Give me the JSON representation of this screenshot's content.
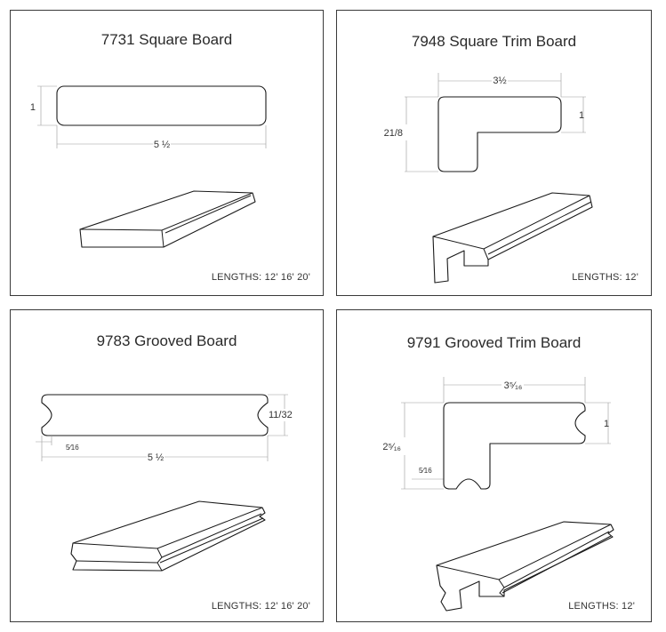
{
  "boards": [
    {
      "title": "7731 Square Board",
      "lengths": "LENGTHS: 12' 16' 20'",
      "dims": {
        "height": "1",
        "width": "5 ½"
      }
    },
    {
      "title": "7948 Square Trim Board",
      "lengths": "LENGTHS: 12'",
      "dims": {
        "width": "3½",
        "height": "21/8",
        "lip": "1"
      }
    },
    {
      "title": "9783 Grooved Board",
      "lengths": "LENGTHS: 12' 16' 20'",
      "dims": {
        "height": "11/32",
        "groove": "5⁄16",
        "width": "5 ½"
      }
    },
    {
      "title": "9791 Grooved Trim Board",
      "lengths": "LENGTHS: 12'",
      "dims": {
        "width": "3⁵⁄₁₆",
        "height": "2⁵⁄₁₆",
        "lip": "1",
        "groove": "5⁄16"
      }
    }
  ]
}
